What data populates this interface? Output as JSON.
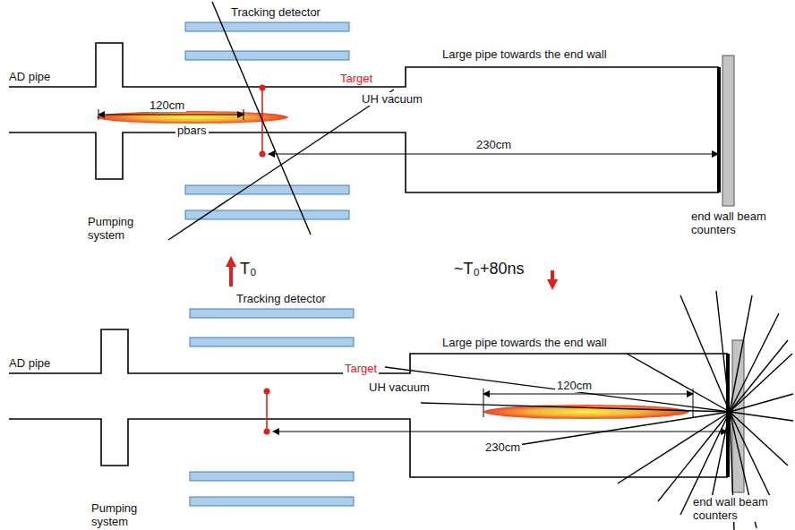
{
  "diagram": {
    "labels": [
      "Tracking detector",
      "Target",
      "Large pipe towards the end wall",
      "AD pipe",
      "120cm",
      "pbars",
      "UH vacuum",
      "230cm",
      "Pumping system",
      "end wall beam counters",
      "T₀",
      "~T₀+80ns",
      "Tracking detector",
      "Target",
      "Large pipe towards the end wall",
      "AD pipe",
      "UH vacuum",
      "120cm",
      "230cm",
      "Pumping system",
      "end wall beam counters"
    ]
  }
}
